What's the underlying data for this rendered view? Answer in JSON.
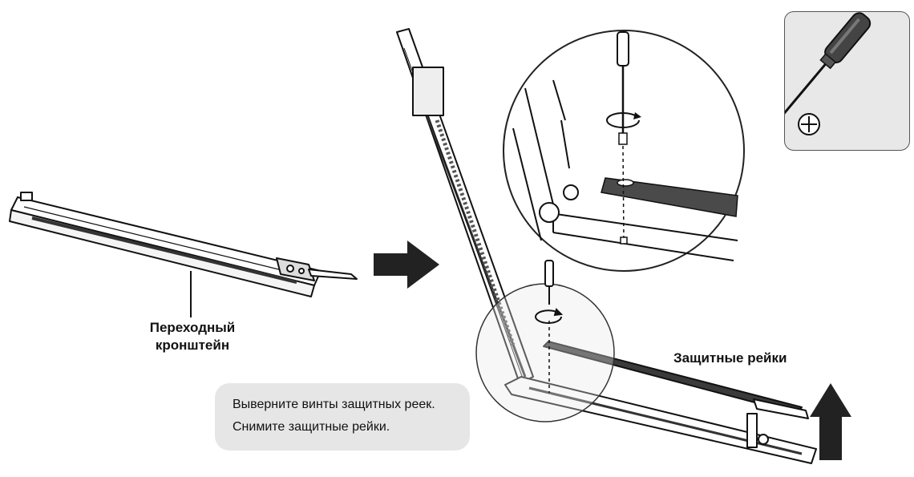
{
  "labels": {
    "bracket_line1": "Переходный",
    "bracket_line2": "кронштейн",
    "protective_rails": "Защитные рейки"
  },
  "instruction": {
    "line1": "Выверните винты защитных реек.",
    "line2": "Снимите защитные рейки."
  },
  "tool": {
    "icon": "phillips-screwdriver",
    "symbol": "⊕"
  },
  "colors": {
    "line": "#111111",
    "callout_bg": "#e6e6e6",
    "rail_dark": "#3a3a3a"
  }
}
